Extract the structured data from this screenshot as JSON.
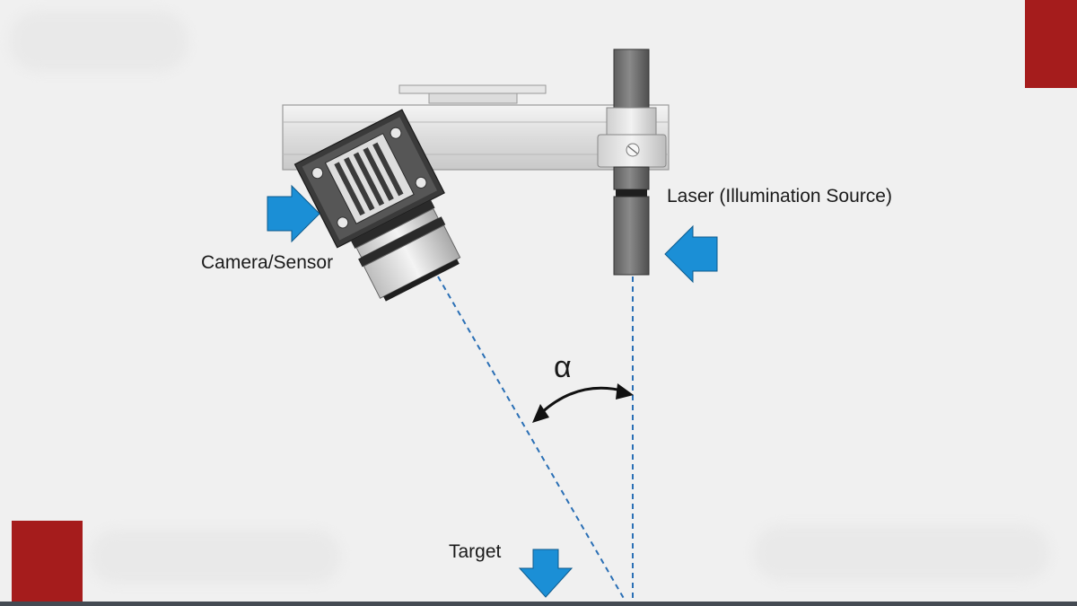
{
  "labels": {
    "laser": "Laser (Illumination Source)",
    "camera": "Camera/Sensor",
    "target": "Target",
    "angle": "α"
  },
  "colors": {
    "accent_red": "#a51c1c",
    "arrow_blue": "#1b8fd6",
    "beam_blue": "#2a6fb5",
    "background": "#f0f0f0",
    "floor": "#444a52"
  },
  "icons": {
    "camera_pointer": "arrow-right-icon",
    "laser_pointer": "arrow-left-icon",
    "target_pointer": "arrow-down-icon",
    "angle_marker": "double-headed-arc-arrow-icon"
  }
}
